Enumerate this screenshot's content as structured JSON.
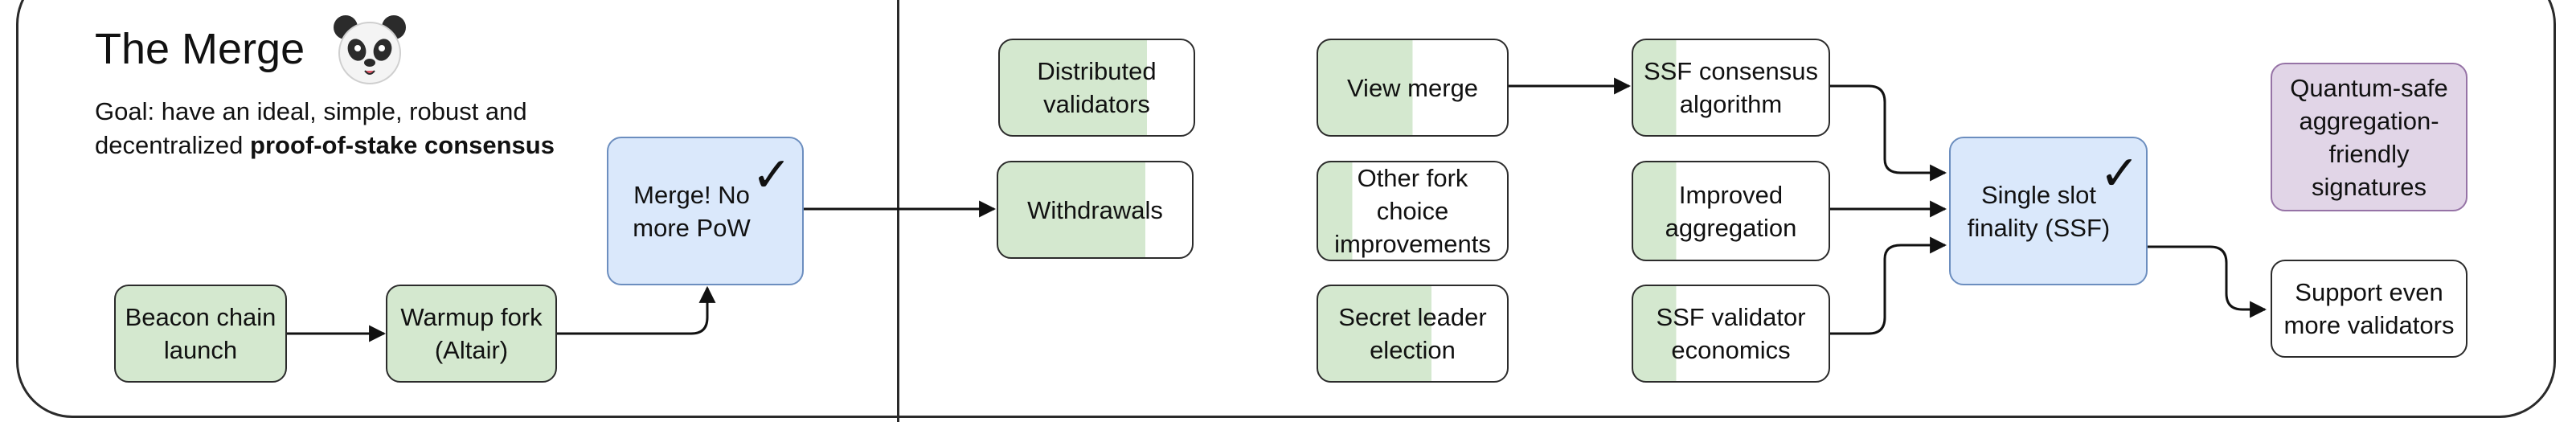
{
  "header": {
    "title": "The Merge",
    "panda_icon": "panda-face-icon",
    "goal_text": "Goal: have an ideal, simple, robust and decentralized ",
    "goal_bold": "proof-of-stake consensus"
  },
  "nodes": {
    "beacon": "Beacon chain launch",
    "warmup": "Warmup fork (Altair)",
    "merge": "Merge! No more PoW",
    "distributed": "Distributed validators",
    "withdrawals": "Withdrawals",
    "view_merge": "View merge",
    "other_fork": "Other fork choice improvements",
    "secret_leader": "Secret leader election",
    "ssf_consensus": "SSF consensus algorithm",
    "improved_agg": "Improved aggregation",
    "ssf_validator": "SSF validator economics",
    "single_slot": "Single slot finality (SSF)",
    "quantum": "Quantum-safe aggregation-friendly signatures",
    "support": "Support even more validators"
  },
  "marks": {
    "check": "✓"
  },
  "colors": {
    "green_fill": "#d4e8cf",
    "blue_fill": "#dae8fb",
    "blue_border": "#6c8ebf",
    "purple_fill": "#e1d5e7",
    "purple_border": "#9673a6",
    "line": "#2b2b2b"
  }
}
